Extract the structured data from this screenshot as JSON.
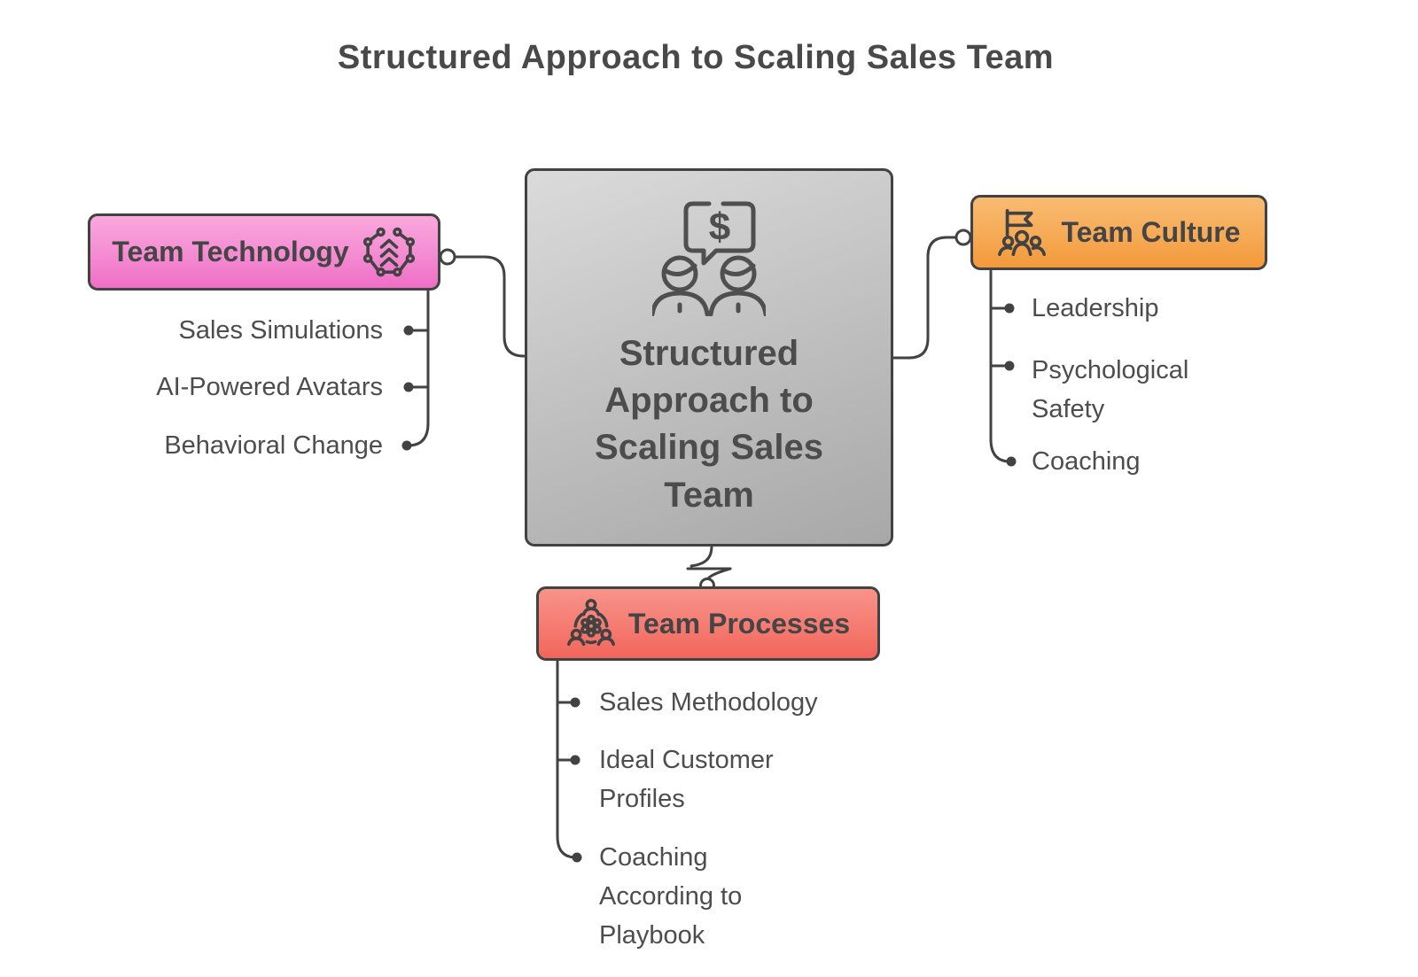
{
  "title": "Structured Approach to Scaling Sales Team",
  "center_node": {
    "label": "Structured Approach to Scaling Sales Team",
    "icon": "sales-conversation-icon",
    "bg_top": "#dbdbdb",
    "bg_bottom": "#a8a8a8",
    "border_color": "#424242"
  },
  "branches": [
    {
      "id": "team-technology",
      "label": "Team Technology",
      "icon": "ai-network-icon",
      "bg_top": "#f9a9dc",
      "bg_bottom": "#ef6ec6",
      "items": [
        "Sales Simulations",
        "AI-Powered Avatars",
        "Behavioral Change"
      ]
    },
    {
      "id": "team-culture",
      "label": "Team Culture",
      "icon": "flag-team-icon",
      "bg_top": "#f8bb72",
      "bg_bottom": "#f3993a",
      "items": [
        "Leadership",
        "Psychological Safety",
        "Coaching"
      ]
    },
    {
      "id": "team-processes",
      "label": "Team Processes",
      "icon": "gear-team-icon",
      "bg_top": "#f8938a",
      "bg_bottom": "#f2655b",
      "items": [
        "Sales Methodology",
        "Ideal Customer Profiles",
        "Coaching According to Playbook"
      ]
    }
  ],
  "connector_color": "#424242",
  "text_color": "#4d4d4d"
}
